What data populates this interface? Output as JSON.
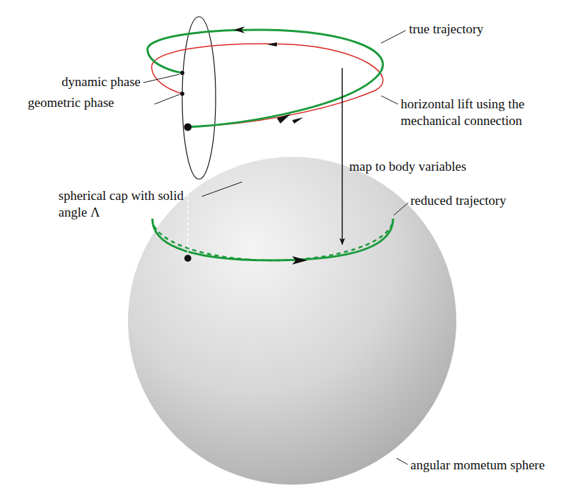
{
  "diagram": {
    "labels": [
      "true trajectory",
      "dynamic phase",
      "geometric phase",
      "horizontal lift using the mechanical connection",
      "map to body variables",
      "spherical cap with solid angle Λ",
      "reduced trajectory",
      "angular mometum sphere"
    ]
  }
}
